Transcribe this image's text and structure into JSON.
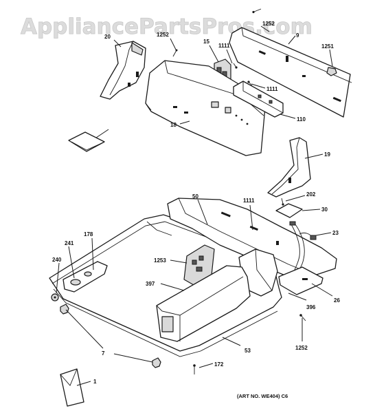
{
  "watermark": "AppliancePartsPros.com",
  "art_number": "(ART NO. WE404)  C6",
  "colors": {
    "line": "#1a1a1a",
    "background": "#ffffff",
    "watermark": "#dcdcdc",
    "shade": "#d9d9d9"
  },
  "callouts": {
    "c20": "20",
    "c1252a": "1252",
    "c15": "15",
    "c1111a": "1111",
    "c1252top": "1252",
    "c9": "9",
    "c1251": "1251",
    "c1111b": "1111",
    "c110": "110",
    "c18": "18",
    "c19": "19",
    "c50": "50",
    "c1111c": "1111",
    "c202": "202",
    "c30": "30",
    "c23": "23",
    "c178": "178",
    "c241": "241",
    "c240": "240",
    "c1253": "1253",
    "c397": "397",
    "c396": "396",
    "c26": "26",
    "c7": "7",
    "c53": "53",
    "c1252b": "1252",
    "c172": "172",
    "c1": "1"
  }
}
